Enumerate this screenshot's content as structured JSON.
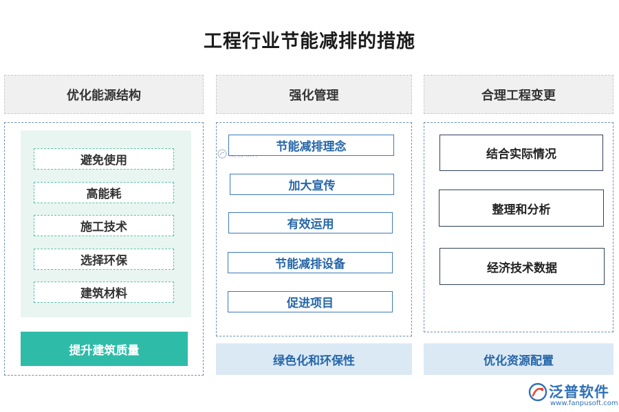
{
  "title": "工程行业节能减排的措施",
  "columns": [
    {
      "heading": "优化能源结构",
      "items": [
        "避免使用",
        "高能耗",
        "施工技术",
        "选择环保",
        "建筑材料"
      ],
      "footer": "提升建筑质量"
    },
    {
      "heading": "强化管理",
      "items": [
        "节能减排理念",
        "加大宣传",
        "有效运用",
        "节能减排设备",
        "促进项目"
      ],
      "footer": "绿色化和环保性"
    },
    {
      "heading": "合理工程变更",
      "items": [
        "结合实际情况",
        "整理和分析",
        "经济技术数据"
      ],
      "footer": "优化资源配置"
    }
  ],
  "watermark": "泛普软件",
  "logo": {
    "name": "泛普软件",
    "url": "www.fanpusoft.com"
  }
}
